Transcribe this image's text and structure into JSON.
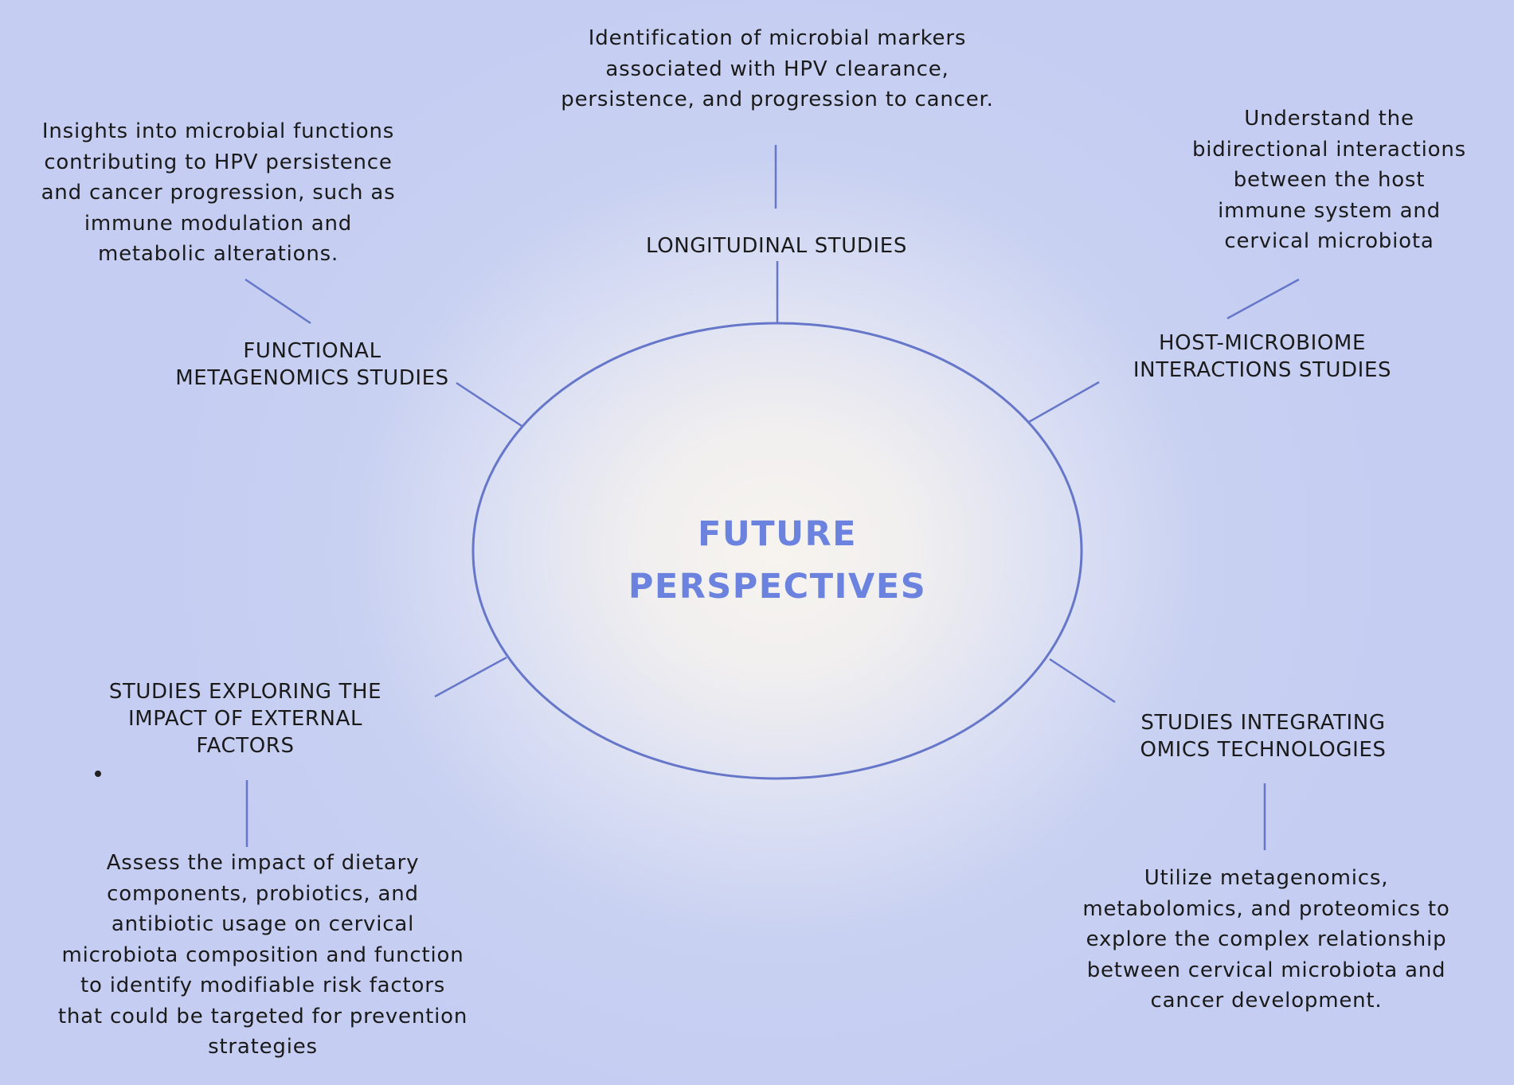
{
  "center": {
    "title_lines": [
      "FUTURE",
      "PERSPECTIVES"
    ]
  },
  "colors": {
    "accent_text": "#6b82de",
    "connector": "#6677c9",
    "background": "#c5cef2",
    "center_glow": "#f7f4ef"
  },
  "branches": {
    "longitudinal": {
      "heading_lines": [
        "LONGITUDINAL STUDIES"
      ],
      "description_lines": [
        "Identification of microbial markers",
        "associated with HPV clearance,",
        "persistence, and progression to cancer."
      ]
    },
    "functional": {
      "heading_lines": [
        "FUNCTIONAL",
        "METAGENOMICS STUDIES"
      ],
      "description_lines": [
        "Insights into microbial functions",
        "contributing to HPV persistence",
        "and cancer progression, such as",
        "immune modulation and",
        "metabolic alterations."
      ]
    },
    "host_microbiome": {
      "heading_lines": [
        "HOST-MICROBIOME",
        "INTERACTIONS STUDIES"
      ],
      "description_lines": [
        "Understand the",
        "bidirectional interactions",
        "between the host",
        "immune system and",
        "cervical microbiota"
      ]
    },
    "external_factors": {
      "heading_lines": [
        "STUDIES EXPLORING THE",
        "IMPACT OF EXTERNAL",
        "FACTORS"
      ],
      "description_lines": [
        "Assess the impact of dietary",
        "components, probiotics, and",
        "antibiotic usage on cervical",
        "microbiota composition and function",
        "to identify modifiable risk factors",
        "that could be targeted for prevention",
        "strategies"
      ]
    },
    "omics": {
      "heading_lines": [
        "STUDIES INTEGRATING",
        "OMICS TECHNOLOGIES"
      ],
      "description_lines": [
        "Utilize metagenomics,",
        "metabolomics, and proteomics to",
        "explore the complex relationship",
        "between cervical microbiota and",
        "cancer development."
      ]
    }
  }
}
